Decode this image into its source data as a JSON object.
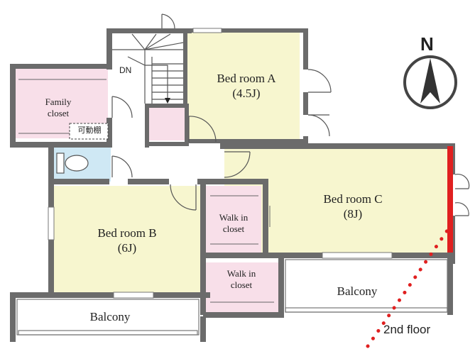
{
  "floor_label": "2nd floor",
  "north_label": "N",
  "stairs_label": "DN",
  "rooms": {
    "bed_a": {
      "name": "Bed room A",
      "size": "(4.5J)"
    },
    "bed_b": {
      "name": "Bed room B",
      "size": "(6J)"
    },
    "bed_c": {
      "name": "Bed room C",
      "size": "(8J)"
    },
    "family_closet": {
      "name_line1": "Family",
      "name_line2": "closet",
      "shelf": "可動棚"
    },
    "walk_in_1": {
      "line1": "Walk in",
      "line2": "closet"
    },
    "walk_in_2": {
      "line1": "Walk in",
      "line2": "closet"
    },
    "balcony_left": "Balcony",
    "balcony_right": "Balcony"
  },
  "colors": {
    "wall": "#6b6b6b",
    "bedroom_fill": "#f7f6cf",
    "closet_fill": "#f8dfe9",
    "toilet_fill": "#cfe8f4",
    "accent_red": "#e02020"
  }
}
